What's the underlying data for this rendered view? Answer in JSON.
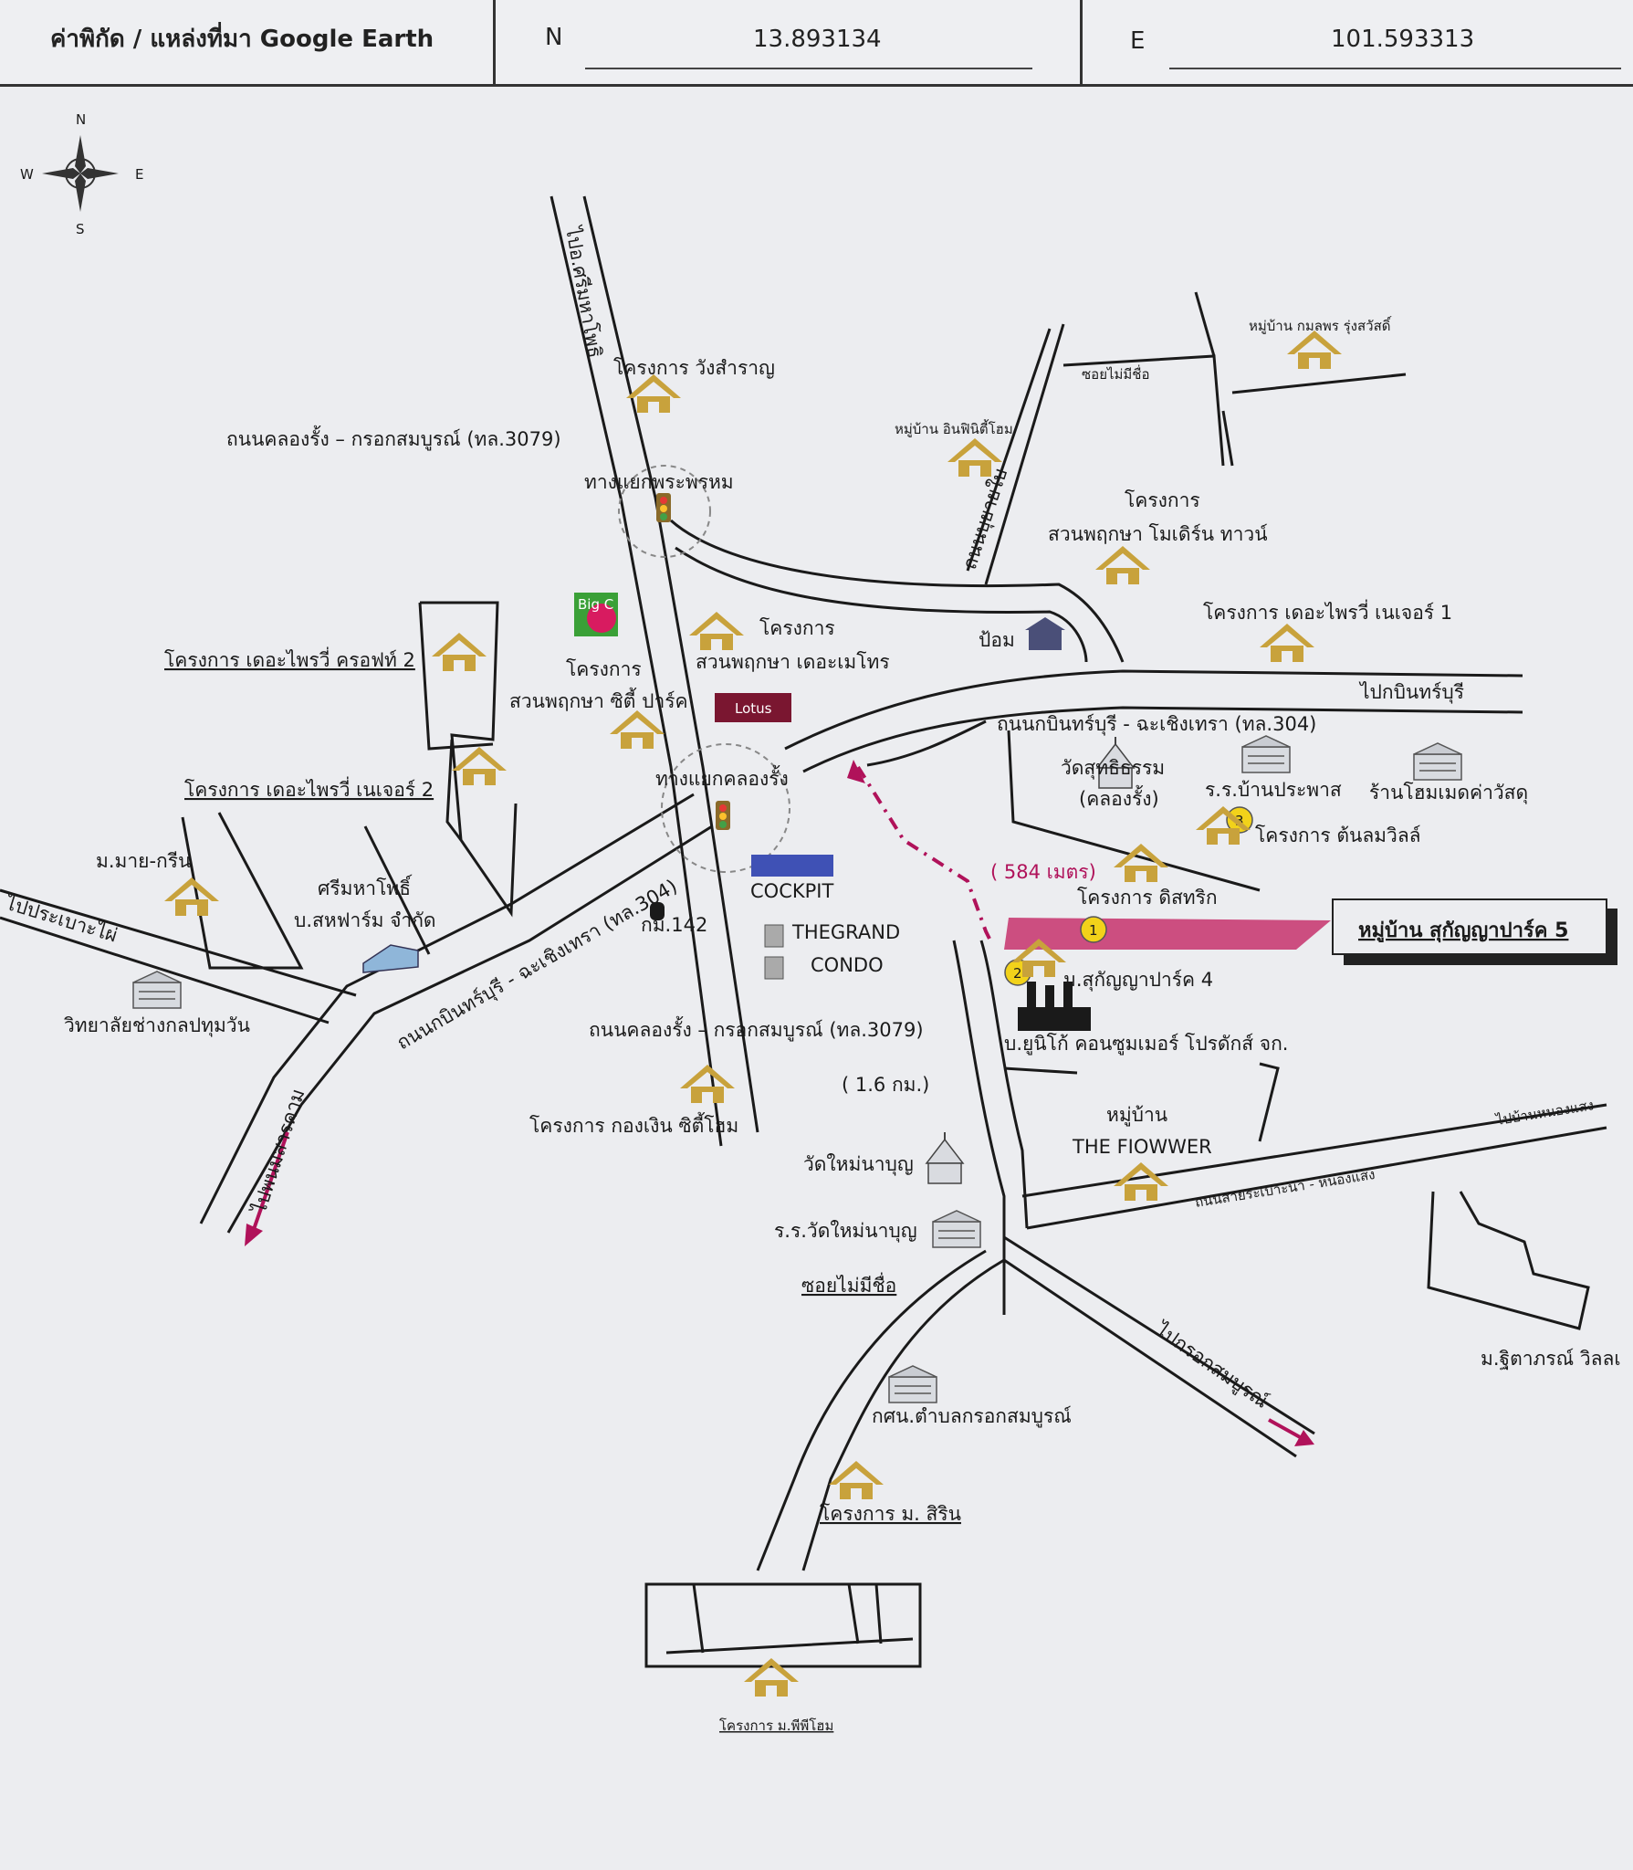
{
  "header": {
    "source_label": "ค่าพิกัด / แหล่งที่มา Google Earth",
    "n_label": "N",
    "n_value": "13.893134",
    "e_label": "E",
    "e_value": "101.593313"
  },
  "compass": {
    "n": "N",
    "s": "S",
    "e": "E",
    "w": "W"
  },
  "labels": {
    "to_sri_mahaphot": "ไปอ.ศรีมหาโพธิ",
    "wang_samran": "โครงการ วังสำราญ",
    "road_3079_top": "ถนนคลองรั้ง – กรอกสมบูรณ์ (ทล.3079)",
    "phra_phrom_junction": "ทางแยกพระพรหม",
    "in_the_home": "หมู่บ้าน อินฟินิตี้โฮม",
    "buyai_road": "ถนนบุยายใบ",
    "soi_no_name_top": "ซอยไม่มีชื่อ",
    "kamolphon": "หมู่บ้าน กมลพร รุ่งสวัสดิ์",
    "suanphruksa_modern_1": "โครงการ",
    "suanphruksa_modern_2": "สวนพฤกษา โมเดิร์น ทาวน์",
    "the_privy_nature_1": "โครงการ เดอะไพรวี่ เนเจอร์ 1",
    "big_c": "Big C",
    "suanphruksa_city_1": "โครงการ",
    "suanphruksa_city_2": "สวนพฤกษา ซิตี้ ปาร์ค",
    "suanphruksa_metro_1": "โครงการ",
    "suanphruksa_metro_2": "สวนพฤกษา เดอะเมโทร",
    "police_box": "ป้อม",
    "to_prachinburi": "ไปกบินทร์บุรี",
    "the_privy_croft_2": "โครงการ เดอะไพรวี่ ครอฟท์ 2",
    "lotus": "Lotus",
    "road_304_top": "ถนนกบินทร์บุรี - ฉะเชิงเทรา (ทล.304)",
    "wat_suthi_1": "วัดสุทธิธรรม",
    "wat_suthi_2": "(คลองรั้ง)",
    "school_ban_prasat": "ร.ร.บ้านประพาส",
    "homemade_shop": "ร้านโฮมเมดค่าวัสดุ",
    "the_privy_nature_2": "โครงการ เดอะไพรวี่ เนเจอร์ 2",
    "khlong_rang_junction": "ทางแยกคลองรั้ง",
    "ton_lom_villa": "โครงการ ต้นลมวิลล์",
    "my_green": "ม.มาย-กรีน",
    "distance_584": "( 584 เมตร)",
    "dis_trick": "โครงการ ดิสทริก",
    "sri_mahaphot_1": "ศรีมหาโพธิ์",
    "sri_mahaphot_2": "บ.สหฟาร์ม จำกัด",
    "road_304_diag": "ถนนกบินทร์บุรี - ฉะเชิงเทรา (ทล.304)",
    "km_142": "กม.142",
    "cockpit": "COCKPIT",
    "the_grand": "THEGRAND",
    "condo": "CONDO",
    "subject_village": "หมู่บ้าน สุกัญญาปาร์ค 5",
    "to_prasaeo": "ไปประเบาะไผ่",
    "sukanya_park_4": "ม.สุกัญญาปาร์ค 4",
    "college": "วิทยาลัยช่างกลปทุมวัน",
    "road_3079_bottom": "ถนนคลองรั้ง – กรอกสมบูรณ์ (ทล.3079)",
    "unico": "บ.ยูนิโก้ คอนซูมเมอร์ โปรดักส์ จก.",
    "distance_1_6": "( 1.6 กม.)",
    "kongngern_1": "โครงการ กองเงิน ซิตี้โฮม",
    "the_flower_1": "หมู่บ้าน",
    "the_flower_2": "THE FIOWWER",
    "to_phanom": "ไปพนมสารคาม",
    "wat_mai_naboon": "วัดใหม่นาบุญ",
    "to_nongsaeng": "ไปบ้านหนองแสง",
    "sai_road": "ถนนสายระเบาะนา - หนองแสง",
    "school_wat_mai": "ร.ร.วัดใหม่นาบุญ",
    "soi_no_name_bottom": "ซอยไม่มีชื่อ",
    "to_krok_sombun": "ไปกรอกสมบูรณ์",
    "thitaporn": "ม.ฐิตาภรณ์ วิลลเ",
    "kosn": "กศน.ตำบลกรอกสมบูรณ์",
    "sirin": "โครงการ ม. สิริน",
    "phiphi_home": "โครงการ ม.พีพีโฮม",
    "marker_1": "1",
    "marker_2": "2",
    "marker_3": "3"
  },
  "colors": {
    "road": "#1a1a1a",
    "house": "#c8a23c",
    "subject": "#c2185b",
    "marker": "#f2d21a",
    "arrow": "#b0125a"
  },
  "icons": [
    "compass-rose-icon",
    "house-icon",
    "traffic-light-icon",
    "temple-icon",
    "school-icon",
    "factory-icon",
    "shop-icon",
    "police-box-icon",
    "milestone-icon"
  ]
}
